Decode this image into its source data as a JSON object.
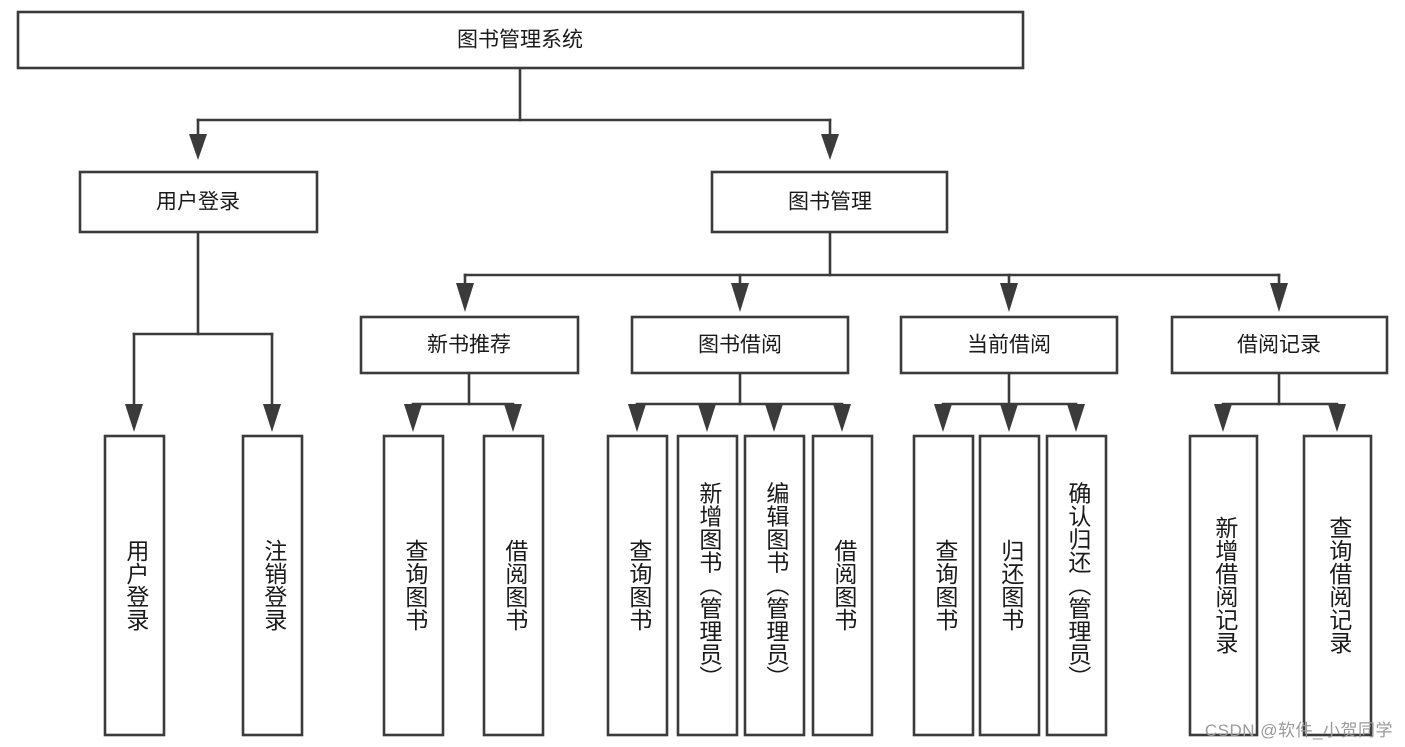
{
  "diagram": {
    "title": "图书管理系统",
    "type": "tree-hierarchy",
    "watermark": "CSDN @软件_小贺同学",
    "colors": {
      "stroke": "#3b3b3b",
      "box_fill": "#ffffff",
      "text": "#1a1a1a",
      "watermark": "#9a9a9a",
      "background": "#ffffff"
    },
    "levels": {
      "level1": [
        "图书管理系统"
      ],
      "level2": [
        "用户登录",
        "图书管理"
      ],
      "level3": [
        "新书推荐",
        "图书借阅",
        "当前借阅",
        "借阅记录"
      ],
      "level4": [
        "用户登录",
        "注销登录",
        "查询图书",
        "借阅图书",
        "查询图书",
        "新增图书（管理员）",
        "编辑图书（管理员）",
        "借阅图书",
        "查询图书",
        "归还图书",
        "确认归还（管理员）",
        "新增借阅记录",
        "查询借阅记录"
      ]
    },
    "nodes": {
      "root": {
        "label": "图书管理系统"
      },
      "user_login": {
        "label": "用户登录"
      },
      "book_manage": {
        "label": "图书管理"
      },
      "new_book_rec": {
        "label": "新书推荐"
      },
      "book_borrow": {
        "label": "图书借阅"
      },
      "current_borrow": {
        "label": "当前借阅"
      },
      "borrow_record": {
        "label": "借阅记录"
      },
      "leaf_user_login": {
        "label": "用户登录"
      },
      "leaf_logout": {
        "label": "注销登录"
      },
      "leaf_query_book_a": {
        "label": "查询图书"
      },
      "leaf_borrow_book_a": {
        "label": "借阅图书"
      },
      "leaf_query_book_b": {
        "label": "查询图书"
      },
      "leaf_add_book": {
        "label": "新增图书（管理员）"
      },
      "leaf_edit_book": {
        "label": "编辑图书（管理员）"
      },
      "leaf_borrow_book_b": {
        "label": "借阅图书"
      },
      "leaf_query_book_c": {
        "label": "查询图书"
      },
      "leaf_return_book": {
        "label": "归还图书"
      },
      "leaf_confirm_return": {
        "label": "确认归还（管理员）"
      },
      "leaf_add_record": {
        "label": "新增借阅记录"
      },
      "leaf_query_record": {
        "label": "查询借阅记录"
      }
    }
  }
}
